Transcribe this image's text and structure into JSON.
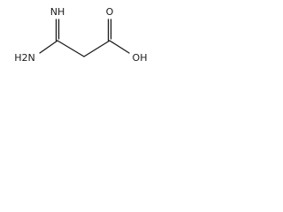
{
  "molecule": {
    "atoms": {
      "imine": "NH",
      "amine": "H2N",
      "carbonyl_oxygen": "O",
      "hydroxyl": "OH"
    }
  }
}
